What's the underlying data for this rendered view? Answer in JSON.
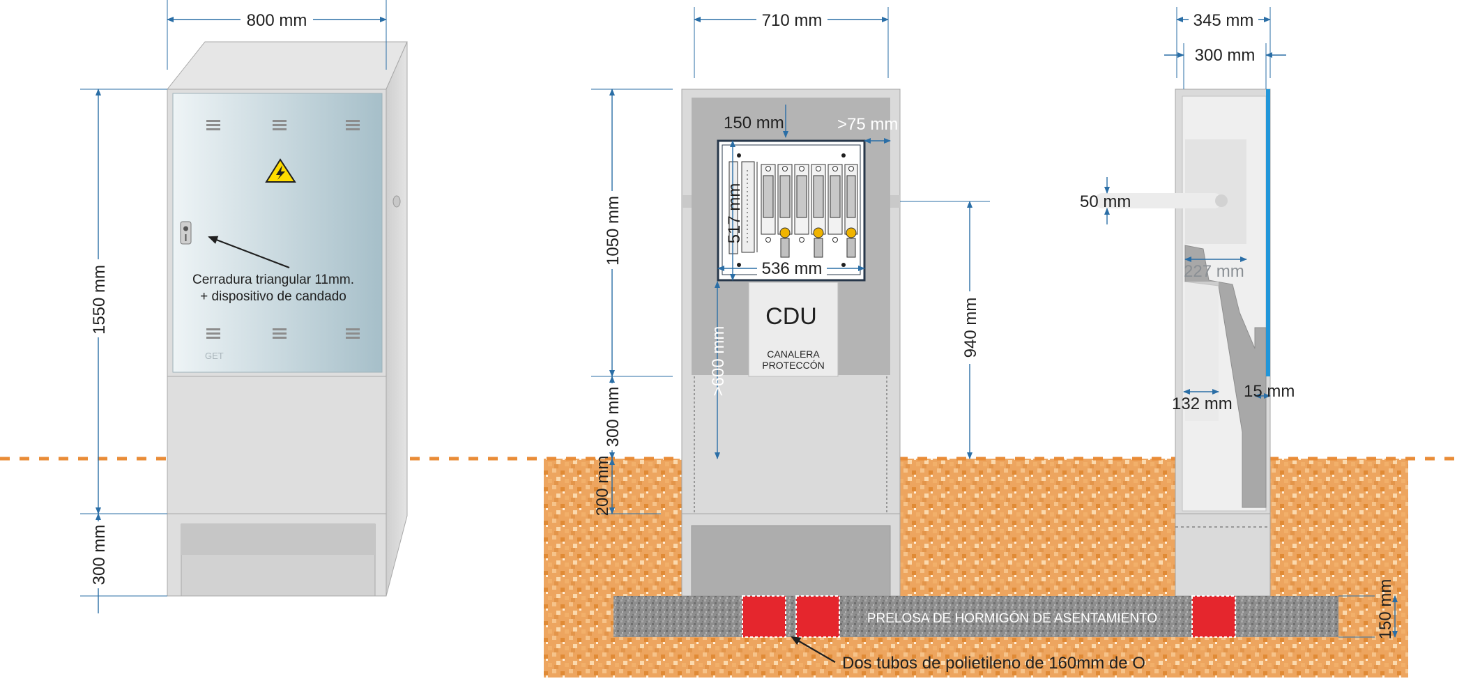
{
  "colors": {
    "soil": "#eda55f",
    "ground_line": "#e98c37",
    "dimension": "#2a6ea6",
    "cabinet": "#dcdcdc",
    "concrete": "#8c8c8c",
    "tube": "#e5262d",
    "seal_strip": "#2196d9",
    "fuse_handle": "#f0b400"
  },
  "icons": {
    "warning": "high-voltage-warning-icon",
    "lock": "triangular-lock-icon"
  },
  "front_view": {
    "width_label": "800 mm",
    "height_label": "1550 mm",
    "base_label": "300 mm",
    "lock_note_line1": "Cerradura triangular 11mm.",
    "lock_note_line2": "+ dispositivo de candado",
    "brand": "GET"
  },
  "section_view": {
    "width_label": "710 mm",
    "top_label": "150 mm",
    "side_label": ">75 mm",
    "panel_height_label": "517 mm",
    "panel_width_label": "536 mm",
    "upper_label": "1050 mm",
    "lower_label": "300 mm",
    "buried_label": "200 mm",
    "clearance_label": ">600 mm",
    "entry_height_label": "940 mm",
    "cdu_title": "CDU",
    "cdu_sub1": "CANALERA",
    "cdu_sub2": "PROTECCÓN"
  },
  "side_view": {
    "depth_label": "345 mm",
    "inner_depth_label": "300 mm",
    "tube_label": "50 mm",
    "plate_label": "227 mm",
    "channel_label": "132 mm",
    "gap_label": "15 mm"
  },
  "foundation": {
    "slab_label": "PRELOSA DE HORMIGÓN DE ASENTAMIENTO",
    "slab_height_label": "150 mm",
    "tubes_label": "Dos tubos de polietileno de 160mm de O"
  }
}
